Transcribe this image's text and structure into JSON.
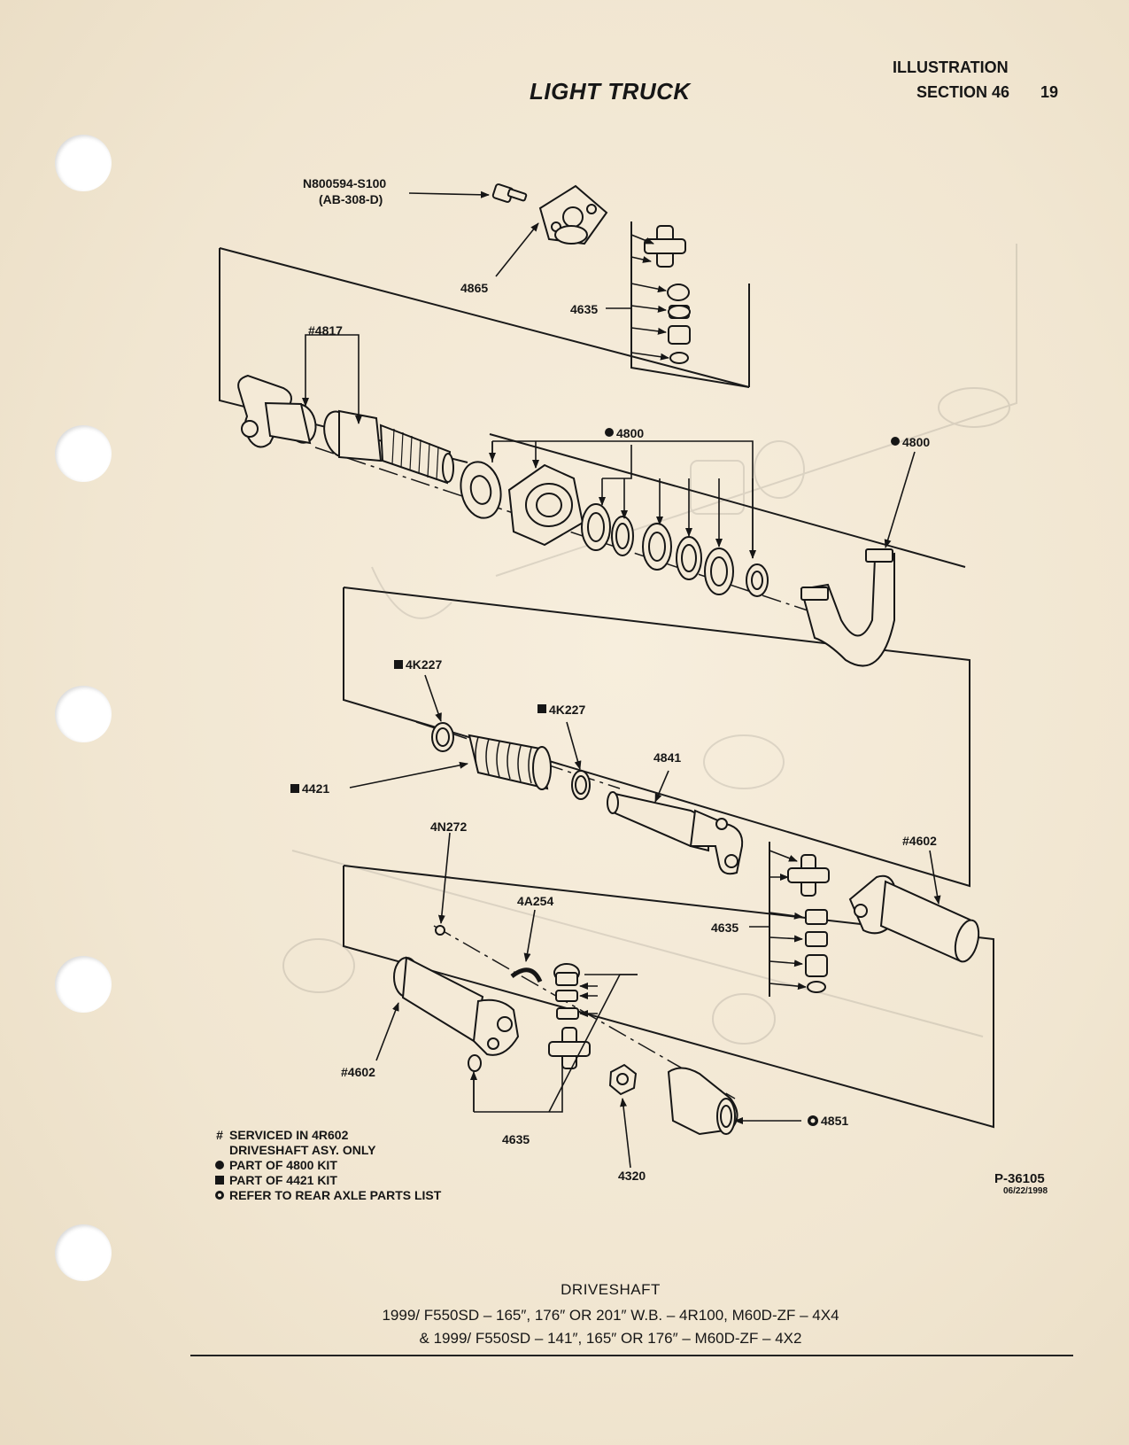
{
  "header": {
    "title": "LIGHT TRUCK",
    "illustration": "ILLUSTRATION",
    "section": "SECTION 46",
    "page": "19"
  },
  "diagram": {
    "callouts": {
      "bolt": "N800594-S100",
      "bolt_sub": "(AB-308-D)",
      "flange": "4865",
      "uj_top": "4635",
      "yoke_top": "#4817",
      "bearing_kit": "4800",
      "bracket_kit": "4800",
      "clamp_a": "4K227",
      "clamp_b": "4K227",
      "boot": "4421",
      "slip_shaft": "4841",
      "retainer": "4N272",
      "strap": "4A254",
      "uj_right": "4635",
      "tube_right": "#4602",
      "tube_left": "#4602",
      "uj_bottom": "4635",
      "nut": "4320",
      "pinion_flange": "4851"
    },
    "legend": [
      {
        "symbol": "#",
        "text": "SERVICED IN 4R602"
      },
      {
        "symbol": "",
        "text": "DRIVESHAFT ASY. ONLY"
      },
      {
        "symbol": "dot",
        "text": "PART OF 4800 KIT"
      },
      {
        "symbol": "square",
        "text": "PART OF 4421 KIT"
      },
      {
        "symbol": "ring",
        "text": "REFER TO REAR AXLE PARTS LIST"
      }
    ],
    "figure_number": "P-36105",
    "figure_date": "06/22/1998"
  },
  "caption": {
    "title": "DRIVESHAFT",
    "line1": "1999/ F550SD – 165″, 176″ OR 201″ W.B. – 4R100, M60D-ZF – 4X4",
    "line2": "& 1999/ F550SD – 141″, 165″ OR 176″ – M60D-ZF – 4X2"
  }
}
